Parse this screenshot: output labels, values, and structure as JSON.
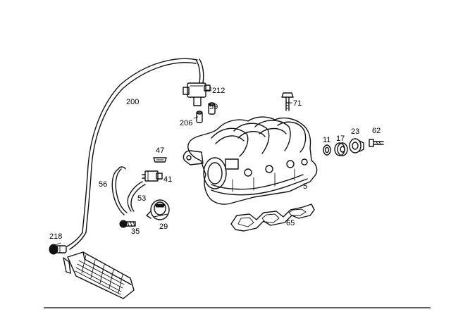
{
  "diagram": {
    "callouts": {
      "c200": "200",
      "c212": "212",
      "c59": "59",
      "c206": "206",
      "c71": "71",
      "c47": "47",
      "c41": "41",
      "c56": "56",
      "c53": "53",
      "c35": "35",
      "c29": "29",
      "c5": "5",
      "c65": "65",
      "c11": "11",
      "c17": "17",
      "c23": "23",
      "c62": "62",
      "c218": "218"
    },
    "colors": {
      "ink": "#111111",
      "background": "#ffffff"
    }
  }
}
